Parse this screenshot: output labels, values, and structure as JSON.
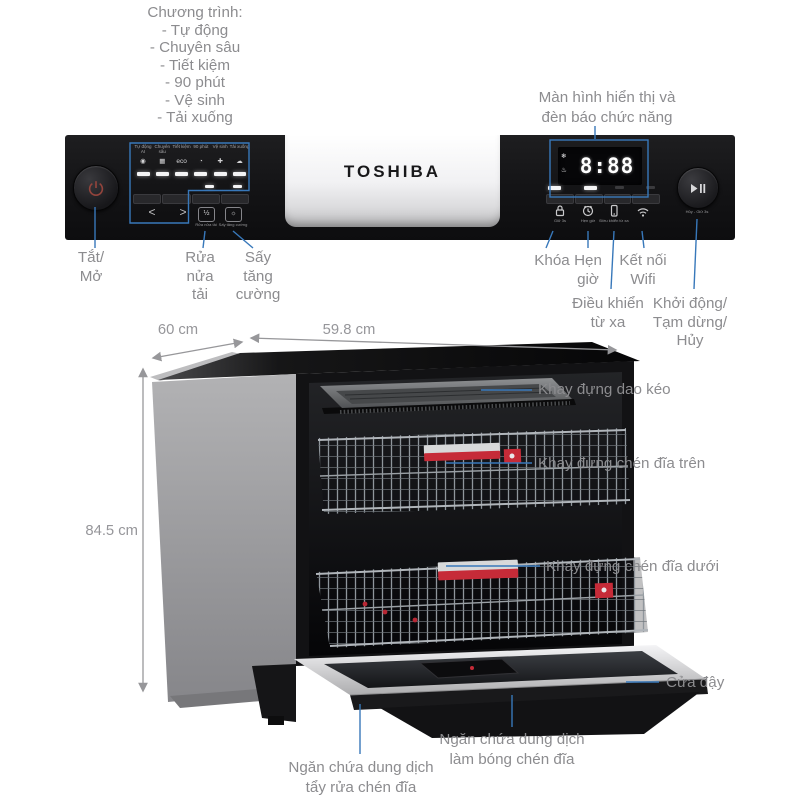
{
  "colors": {
    "annotation_blue": "#3878ba",
    "label_gray": "#8c8c8f",
    "panel_black": "#131315",
    "accent_red": "#c62b38"
  },
  "annotations": {
    "program_list": {
      "title": "Chương trình:",
      "items": [
        "- Tự động",
        "- Chuyên sâu",
        "- Tiết kiệm",
        "- 90 phút",
        "- Vệ sinh",
        "- Tải xuống"
      ]
    },
    "display_caption": [
      "Màn hình hiển thị và",
      "đèn báo chức năng"
    ],
    "power": [
      "Tắt/",
      "Mở"
    ],
    "half_load": [
      "Rửa",
      "nửa",
      "tải"
    ],
    "extra_dry": [
      "Sấy",
      "tăng",
      "cường"
    ],
    "lock": "Khóa",
    "timer": [
      "Hẹn",
      "giờ"
    ],
    "wifi": [
      "Kết nối",
      "Wifi"
    ],
    "remote": [
      "Điều khiển",
      "từ xa"
    ],
    "start": [
      "Khởi động/",
      "Tạm dừng/",
      "Hủy"
    ],
    "cutlery_tray": "Khay đựng dao kéo",
    "upper_rack": "Khay đựng chén đĩa trên",
    "lower_rack": "Khay đựng chén đĩa dưới",
    "door": "Cửa đậy",
    "detergent": [
      "Ngăn chứa dung dịch",
      "tẩy rửa chén đĩa"
    ],
    "rinse_aid": [
      "Ngăn chứa dung dịch",
      "làm bóng chén đĩa"
    ]
  },
  "dimensions": {
    "depth": "60 cm",
    "width": "59.8 cm",
    "height": "84.5 cm"
  },
  "panel": {
    "brand": "TOSHIBA",
    "display_value": "8:88",
    "display_icons": [
      "❄",
      "♨"
    ],
    "programs": [
      {
        "label": "Tự động AI",
        "icon": "◉"
      },
      {
        "label": "Chuyên sâu",
        "icon": "▦"
      },
      {
        "label": "Tiết kiệm",
        "icon": "eco"
      },
      {
        "label": "90 phút",
        "icon": "◔"
      },
      {
        "label": "Vệ sinh",
        "icon": "✚"
      },
      {
        "label": "Tải xuống",
        "icon": "☁"
      }
    ],
    "nav": {
      "left": "<",
      "right": ">"
    },
    "half_load_key": {
      "icon": "½",
      "label": "Rửa nửa tải"
    },
    "extra_dry_key": {
      "icon": "☼",
      "label": "Sấy tăng cường"
    },
    "function_keys": [
      {
        "label": "Giữ 3s"
      },
      {
        "label": "Hẹn giờ"
      },
      {
        "label": "Điều khiển từ xa"
      },
      {
        "label": ""
      }
    ],
    "start_key_label": "Hủy - Giữ 3s"
  }
}
